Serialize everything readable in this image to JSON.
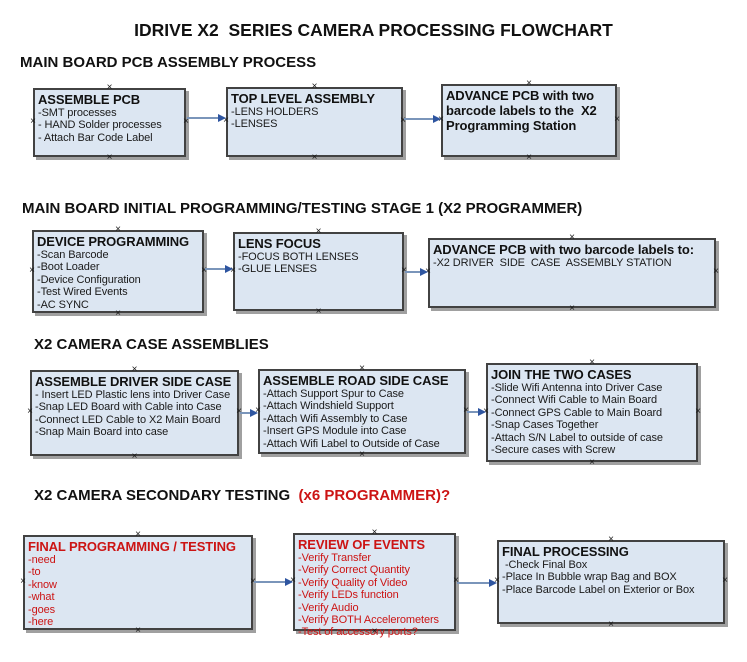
{
  "title": "IDRIVE X2  SERIES CAMERA PROCESSING FLOWCHART",
  "colors": {
    "box_fill": "#dce6f2",
    "box_border": "#424242",
    "box_shadow": "#a0a0a0",
    "accent_red": "#cc1414",
    "arrow_line": "#7a95ba",
    "arrow_head": "#2e55a0",
    "handle": "#1a1a1a",
    "text": "#1a1a1a"
  },
  "icons": {
    "connection_handle": "×"
  },
  "sections": [
    {
      "header": "MAIN BOARD PCB ASSEMBLY PROCESS"
    },
    {
      "header": "MAIN BOARD INITIAL PROGRAMMING/TESTING STAGE 1 (X2 PROGRAMMER)"
    },
    {
      "header": "X2 CAMERA CASE ASSEMBLIES"
    },
    {
      "header": "X2 CAMERA SECONDARY TESTING  ",
      "header_red": "(x6 PROGRAMMER)?"
    }
  ],
  "boxes": {
    "assemble_pcb": {
      "title": "ASSEMBLE PCB",
      "items": [
        "-SMT processes",
        "- HAND Solder processes",
        "- Attach Bar Code Label"
      ]
    },
    "top_level_assembly": {
      "title": "TOP LEVEL ASSEMBLY",
      "items": [
        "-LENS HOLDERS",
        "-LENSES"
      ]
    },
    "advance_pcb_to_programming": {
      "title": "ADVANCE PCB with two barcode labels to the  X2 Programming Station",
      "items": []
    },
    "device_programming": {
      "title": "DEVICE PROGRAMMING",
      "items": [
        "-Scan Barcode",
        "-Boot Loader",
        "-Device Configuration",
        "-Test Wired Events",
        "-AC SYNC"
      ]
    },
    "lens_focus": {
      "title": "LENS FOCUS",
      "items": [
        "-FOCUS BOTH LENSES",
        "-GLUE LENSES"
      ]
    },
    "advance_pcb_to_case": {
      "title": "ADVANCE PCB with two barcode labels to:",
      "items": [
        "-X2 DRIVER  SIDE  CASE  ASSEMBLY STATION"
      ]
    },
    "assemble_driver_side_case": {
      "title": "ASSEMBLE DRIVER SIDE CASE",
      "items": [
        "- Insert LED Plastic lens into Driver Case",
        "-Snap LED Board with Cable into Case",
        "-Connect LED Cable to X2 Main Board",
        "-Snap Main Board into case"
      ]
    },
    "assemble_road_side_case": {
      "title": "ASSEMBLE ROAD SIDE CASE",
      "items": [
        "-Attach Support Spur to Case",
        "-Attach Windshield Support",
        "-Attach Wifi Assembly to Case",
        "-Insert GPS Module into Case",
        "-Attach Wifi Label to Outside of Case"
      ]
    },
    "join_the_two_cases": {
      "title": "JOIN THE TWO CASES",
      "items": [
        "-Slide Wifi Antenna into Driver Case",
        "-Connect Wifi Cable to Main Board",
        "-Connect GPS Cable to Main Board",
        "-Snap Cases Together",
        "-Attach S/N Label to outside of case",
        "-Secure cases with Screw"
      ]
    },
    "final_programming_testing": {
      "title": "FINAL PROGRAMMING / TESTING",
      "items": [
        "-need",
        "-to",
        "-know",
        "-what",
        "-goes",
        "-here"
      ]
    },
    "review_of_events": {
      "title": "REVIEW OF EVENTS",
      "items": [
        "-Verify Transfer",
        "-Verify Correct Quantity",
        "-Verify Quality of Video",
        "-Verify LEDs function",
        "-Verify Audio",
        "-Verify BOTH Accelerometers",
        "-Test of accessory ports?"
      ]
    },
    "final_processing": {
      "title": "FINAL PROCESSING",
      "items": [
        " -Check Final Box",
        "-Place In Bubble wrap Bag and BOX",
        "-Place Barcode Label on Exterior or Box"
      ]
    }
  }
}
